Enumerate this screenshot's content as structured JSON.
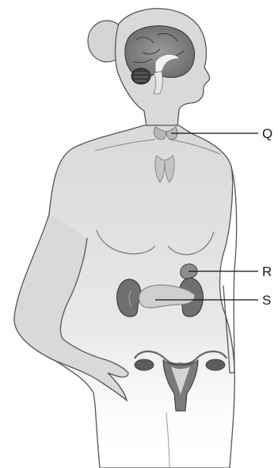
{
  "labels": {
    "q": "Q",
    "r": "R",
    "s": "S"
  },
  "colors": {
    "skin": "#d9d9d9",
    "outline": "#555555",
    "organ_dark": "#5a5a5a",
    "organ_mid": "#8c8c8c",
    "organ_light": "#bdbdbd",
    "leader": "#111111"
  }
}
